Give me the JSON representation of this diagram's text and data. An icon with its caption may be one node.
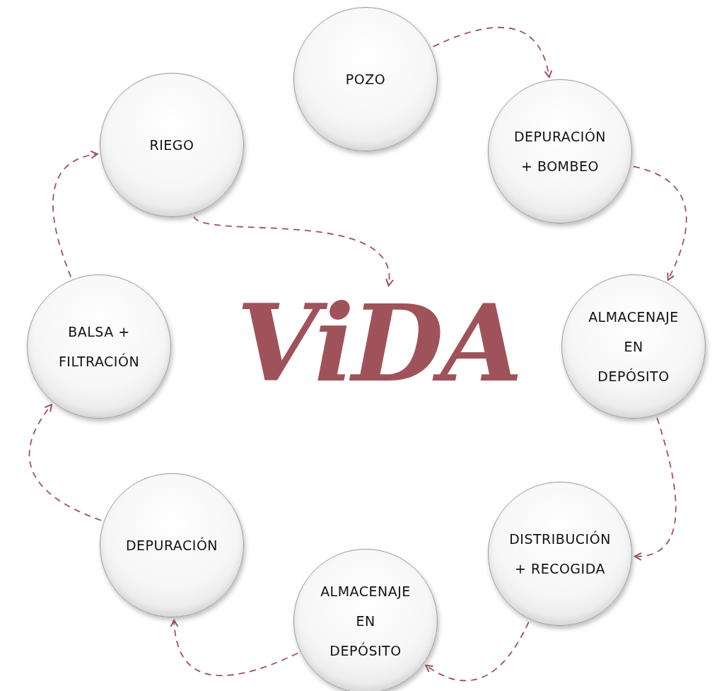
{
  "diagram": {
    "nodes": [
      {
        "text": [
          "POZO"
        ]
      },
      {
        "text": [
          "RIEGO"
        ]
      },
      {
        "text": [
          "DEPURACIÓN + BOMBEO"
        ]
      },
      {
        "text": [
          "BALSA + FILTRACIÓN"
        ]
      },
      {
        "text": [
          "ALMACENAJE EN DEPÓSITO"
        ]
      },
      {
        "text": [
          "ViDA"
        ]
      },
      {
        "text": [
          "DISTRIBUCIÓN + RECOGIDA"
        ]
      },
      {
        "text": [
          "DEPURACIÓN"
        ]
      },
      {
        "text": [
          "ALMACENAJE EN DEPÓSITO"
        ]
      }
    ],
    "edges": [
      {
        "from": 0,
        "to": 2,
        "arrow": "to",
        "style": "dashed"
      },
      {
        "from": 2,
        "to": 4,
        "arrow": "to",
        "style": "dashed"
      },
      {
        "from": 4,
        "to": 6,
        "arrow": "to",
        "style": "dashed"
      },
      {
        "from": 6,
        "to": 8,
        "arrow": "to",
        "style": "dashed"
      },
      {
        "from": 8,
        "to": 7,
        "arrow": "to",
        "style": "dashed"
      },
      {
        "from": 7,
        "to": 3,
        "arrow": "to",
        "style": "dashed"
      },
      {
        "from": 3,
        "to": 1,
        "arrow": "to",
        "style": "dashed"
      },
      {
        "from": 1,
        "to": 5,
        "arrow": "to",
        "style": "dashed"
      }
    ]
  }
}
